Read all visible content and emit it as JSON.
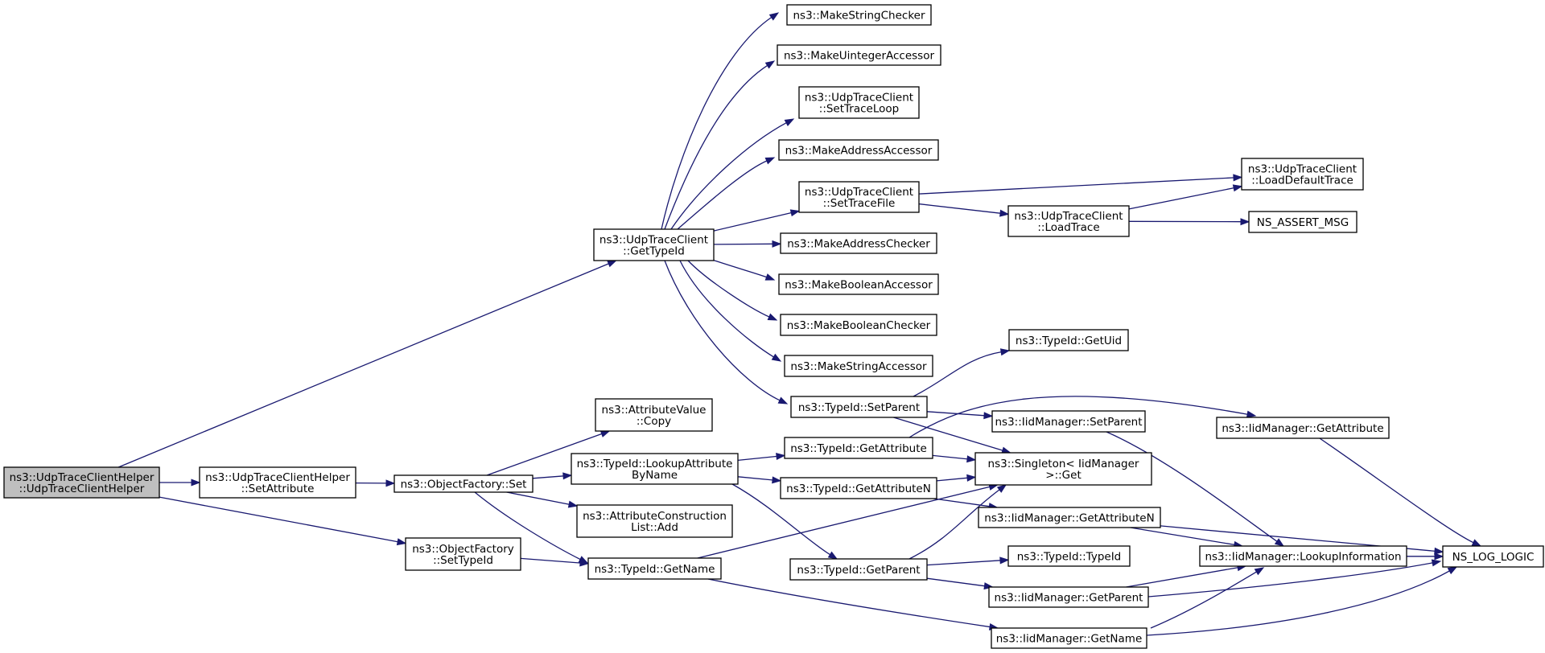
{
  "nodes": {
    "root": [
      "ns3::UdpTraceClientHelper",
      "::UdpTraceClientHelper"
    ],
    "helper_set_attribute": [
      "ns3::UdpTraceClientHelper",
      "::SetAttribute"
    ],
    "object_factory_set_type_id": [
      "ns3::ObjectFactory",
      "::SetTypeId"
    ],
    "object_factory_set": [
      "ns3::ObjectFactory::Set"
    ],
    "udp_trace_client_get_type_id": [
      "ns3::UdpTraceClient",
      "::GetTypeId"
    ],
    "attribute_value_copy": [
      "ns3::AttributeValue",
      "::Copy"
    ],
    "typeid_lookup_attribute_by_name": [
      "ns3::TypeId::LookupAttribute",
      "ByName"
    ],
    "attribute_construction_list_add": [
      "ns3::AttributeConstruction",
      "List::Add"
    ],
    "typeid_get_name": [
      "ns3::TypeId::GetName"
    ],
    "make_string_checker": [
      "ns3::MakeStringChecker"
    ],
    "make_uinteger_accessor": [
      "ns3::MakeUintegerAccessor"
    ],
    "set_trace_loop": [
      "ns3::UdpTraceClient",
      "::SetTraceLoop"
    ],
    "make_address_accessor": [
      "ns3::MakeAddressAccessor"
    ],
    "set_trace_file": [
      "ns3::UdpTraceClient",
      "::SetTraceFile"
    ],
    "make_address_checker": [
      "ns3::MakeAddressChecker"
    ],
    "make_boolean_accessor": [
      "ns3::MakeBooleanAccessor"
    ],
    "make_boolean_checker": [
      "ns3::MakeBooleanChecker"
    ],
    "make_string_accessor": [
      "ns3::MakeStringAccessor"
    ],
    "typeid_set_parent": [
      "ns3::TypeId::SetParent"
    ],
    "typeid_get_attribute": [
      "ns3::TypeId::GetAttribute"
    ],
    "typeid_get_attribute_n": [
      "ns3::TypeId::GetAttributeN"
    ],
    "typeid_get_parent": [
      "ns3::TypeId::GetParent"
    ],
    "load_trace": [
      "ns3::UdpTraceClient",
      "::LoadTrace"
    ],
    "typeid_get_uid": [
      "ns3::TypeId::GetUid"
    ],
    "iid_manager_set_parent": [
      "ns3::IidManager::SetParent"
    ],
    "singleton_get": [
      "ns3::Singleton< IidManager",
      ">::Get"
    ],
    "iid_manager_get_attribute_n": [
      "ns3::IidManager::GetAttributeN"
    ],
    "typeid_typeid": [
      "ns3::TypeId::TypeId"
    ],
    "iid_manager_get_parent": [
      "ns3::IidManager::GetParent"
    ],
    "iid_manager_get_name": [
      "ns3::IidManager::GetName"
    ],
    "load_default_trace": [
      "ns3::UdpTraceClient",
      "::LoadDefaultTrace"
    ],
    "ns_assert_msg": [
      "NS_ASSERT_MSG"
    ],
    "iid_manager_get_attribute": [
      "ns3::IidManager::GetAttribute"
    ],
    "iid_manager_lookup_information": [
      "ns3::IidManager::LookupInformation"
    ],
    "ns_log_logic": [
      "NS_LOG_LOGIC"
    ]
  },
  "edges": [
    [
      "root",
      "udp_trace_client_get_type_id"
    ],
    [
      "root",
      "helper_set_attribute"
    ],
    [
      "root",
      "object_factory_set_type_id"
    ],
    [
      "helper_set_attribute",
      "object_factory_set"
    ],
    [
      "object_factory_set",
      "attribute_value_copy"
    ],
    [
      "object_factory_set",
      "typeid_lookup_attribute_by_name"
    ],
    [
      "object_factory_set",
      "attribute_construction_list_add"
    ],
    [
      "object_factory_set",
      "typeid_get_name"
    ],
    [
      "object_factory_set_type_id",
      "typeid_get_name"
    ],
    [
      "udp_trace_client_get_type_id",
      "make_string_checker"
    ],
    [
      "udp_trace_client_get_type_id",
      "make_uinteger_accessor"
    ],
    [
      "udp_trace_client_get_type_id",
      "set_trace_loop"
    ],
    [
      "udp_trace_client_get_type_id",
      "make_address_accessor"
    ],
    [
      "udp_trace_client_get_type_id",
      "set_trace_file"
    ],
    [
      "udp_trace_client_get_type_id",
      "make_address_checker"
    ],
    [
      "udp_trace_client_get_type_id",
      "make_boolean_accessor"
    ],
    [
      "udp_trace_client_get_type_id",
      "make_boolean_checker"
    ],
    [
      "udp_trace_client_get_type_id",
      "make_string_accessor"
    ],
    [
      "udp_trace_client_get_type_id",
      "typeid_set_parent"
    ],
    [
      "set_trace_file",
      "load_default_trace"
    ],
    [
      "set_trace_file",
      "load_trace"
    ],
    [
      "load_trace",
      "load_default_trace"
    ],
    [
      "load_trace",
      "ns_assert_msg"
    ],
    [
      "typeid_lookup_attribute_by_name",
      "typeid_get_attribute"
    ],
    [
      "typeid_lookup_attribute_by_name",
      "typeid_get_attribute_n"
    ],
    [
      "typeid_lookup_attribute_by_name",
      "typeid_get_parent"
    ],
    [
      "typeid_get_name",
      "singleton_get"
    ],
    [
      "typeid_get_name",
      "iid_manager_get_name"
    ],
    [
      "typeid_set_parent",
      "typeid_get_uid"
    ],
    [
      "typeid_set_parent",
      "iid_manager_set_parent"
    ],
    [
      "typeid_set_parent",
      "singleton_get"
    ],
    [
      "typeid_get_attribute",
      "iid_manager_get_attribute"
    ],
    [
      "typeid_get_attribute",
      "singleton_get"
    ],
    [
      "typeid_get_attribute_n",
      "singleton_get"
    ],
    [
      "typeid_get_attribute_n",
      "iid_manager_get_attribute_n"
    ],
    [
      "typeid_get_parent",
      "singleton_get"
    ],
    [
      "typeid_get_parent",
      "typeid_typeid"
    ],
    [
      "typeid_get_parent",
      "iid_manager_get_parent"
    ],
    [
      "iid_manager_set_parent",
      "iid_manager_lookup_information"
    ],
    [
      "iid_manager_get_attribute_n",
      "iid_manager_lookup_information"
    ],
    [
      "iid_manager_get_attribute_n",
      "ns_log_logic"
    ],
    [
      "iid_manager_get_parent",
      "iid_manager_lookup_information"
    ],
    [
      "iid_manager_get_parent",
      "ns_log_logic"
    ],
    [
      "iid_manager_get_name",
      "iid_manager_lookup_information"
    ],
    [
      "iid_manager_get_name",
      "ns_log_logic"
    ],
    [
      "iid_manager_get_attribute",
      "ns_log_logic"
    ],
    [
      "iid_manager_lookup_information",
      "ns_log_logic"
    ]
  ],
  "colors": {
    "edge": "#191970",
    "root_fill": "#bfbfbf",
    "node_fill": "#ffffff",
    "node_stroke": "#000000"
  }
}
